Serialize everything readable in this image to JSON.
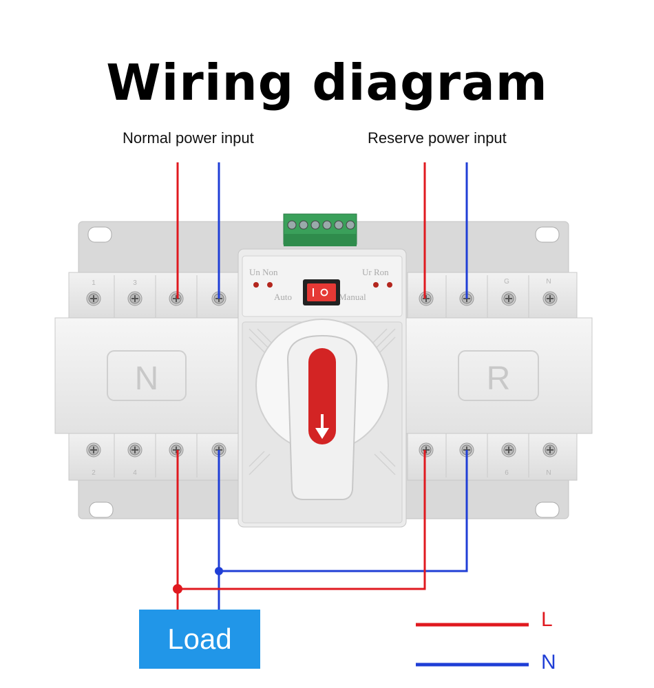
{
  "title": "Wiring diagram",
  "inputs": {
    "normal": "Normal power input",
    "reserve": "Reserve power input"
  },
  "load": "Load",
  "legend": {
    "l": "L",
    "n": "N"
  },
  "colors": {
    "live": "#e0191f",
    "neutral": "#1f3ed6",
    "load_box": "#2196e8",
    "handle": "#d32424",
    "switch": "#e53935"
  },
  "device": {
    "left_module": "N",
    "right_module": "R",
    "panel": {
      "un_non": "Un Non",
      "ur_ron": "Ur Ron",
      "auto": "Auto",
      "manual": "Manual"
    },
    "terminal_marks_top": [
      "1",
      "3",
      "G",
      "N"
    ],
    "terminal_marks_bottom": [
      "2",
      "4",
      "6",
      "N"
    ]
  }
}
